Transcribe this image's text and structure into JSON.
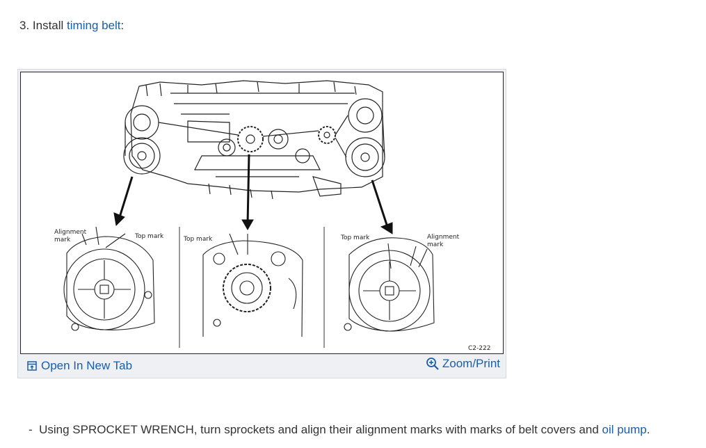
{
  "step": {
    "prefix": "3. Install ",
    "link_text": "timing belt",
    "suffix": ":"
  },
  "figure": {
    "labels": {
      "left_alignment": [
        "Alignment",
        "mark"
      ],
      "left_top_mark": "Top mark",
      "center_top_mark": "Top mark",
      "right_top_mark": "Top mark",
      "right_alignment": [
        "Alignment",
        "mark"
      ],
      "code": "C2-222"
    },
    "actions": {
      "open_tab_label": "Open In New Tab",
      "open_tab_icon": "open-new-tab-icon",
      "zoom_label": "Zoom/Print",
      "zoom_icon": "zoom-in-icon"
    }
  },
  "bullet": {
    "dash": "-",
    "text": "Using SPROCKET WRENCH, turn sprockets and align their alignment marks with marks of belt covers and ",
    "link_text": "oil pump",
    "suffix": "."
  },
  "colors": {
    "link": "#1a5ea8",
    "body_text": "#333333",
    "frame_bg": "#eef0f3"
  }
}
